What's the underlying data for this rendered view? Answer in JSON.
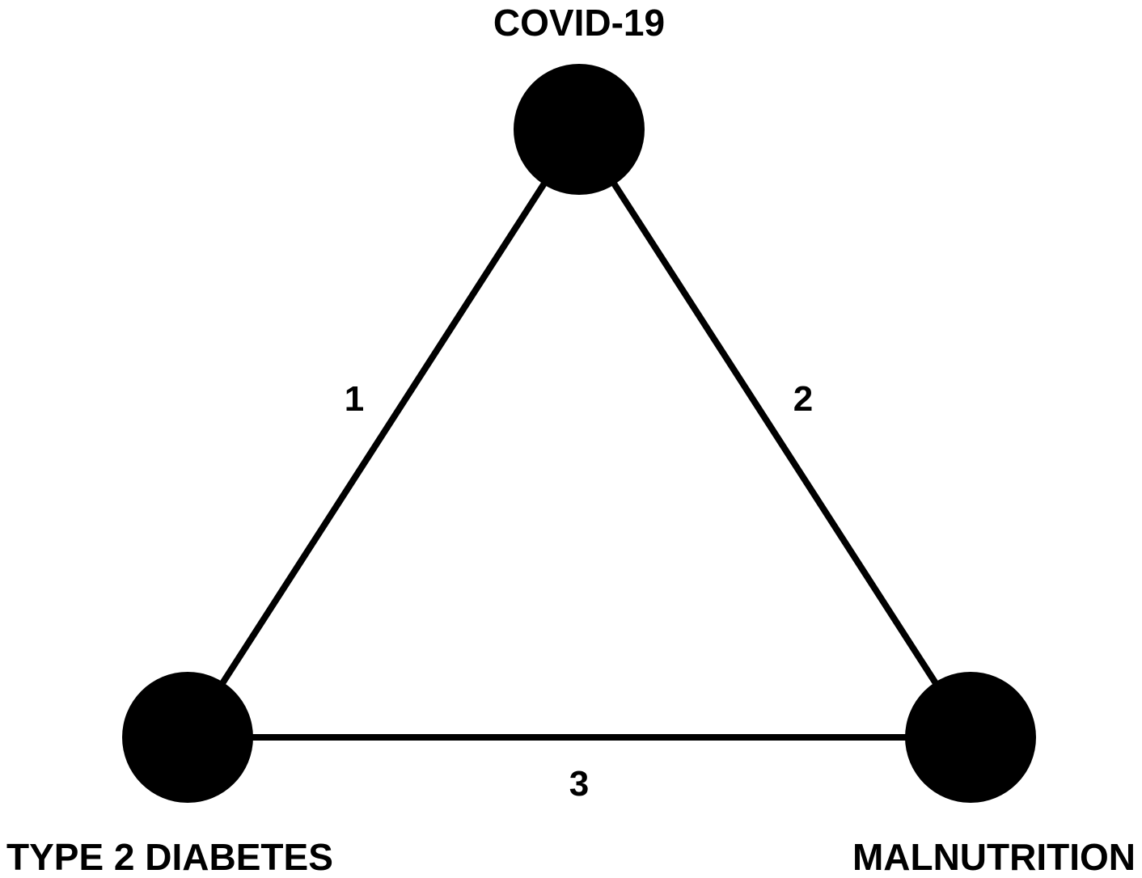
{
  "diagram": {
    "nodes": [
      {
        "id": "covid",
        "label": "COVID-19"
      },
      {
        "id": "diabetes",
        "label": "TYPE 2 DIABETES"
      },
      {
        "id": "malnutrition",
        "label": "MALNUTRITION"
      }
    ],
    "edges": [
      {
        "from": "covid",
        "to": "diabetes",
        "label": "1"
      },
      {
        "from": "covid",
        "to": "malnutrition",
        "label": "2"
      },
      {
        "from": "diabetes",
        "to": "malnutrition",
        "label": "3"
      }
    ],
    "colors": {
      "stroke": "#000000",
      "node_fill": "#000000",
      "background": "#ffffff"
    }
  }
}
